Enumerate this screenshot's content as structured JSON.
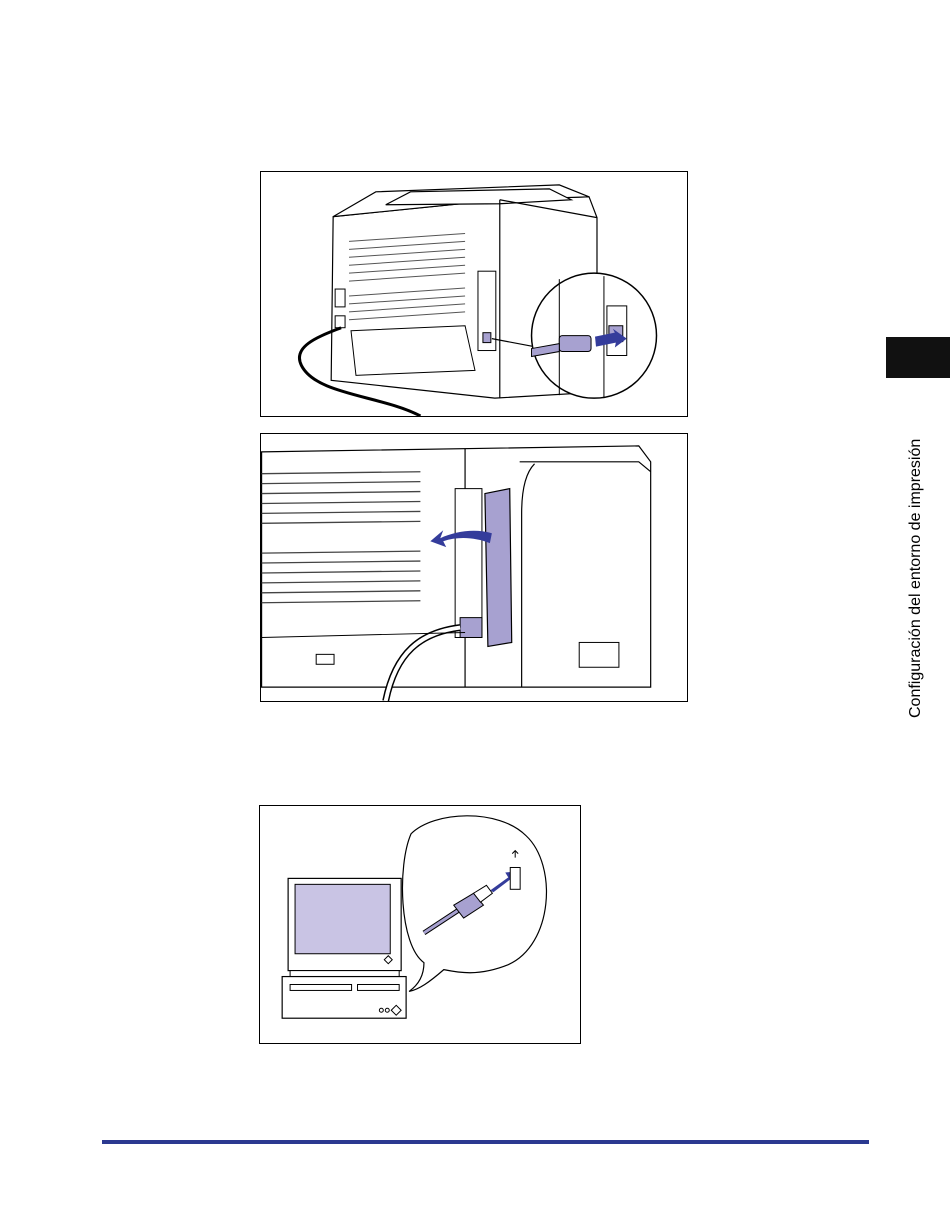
{
  "side_tab": {
    "title": "Configuración del entorno de impresión"
  },
  "figures": [
    {
      "name": "printer-rear-usb-connection"
    },
    {
      "name": "printer-usb-port-cover-detail"
    },
    {
      "name": "computer-usb-connection"
    }
  ],
  "colors": {
    "accent_purple": "#A7A1D0",
    "arrow_blue": "#343C9B",
    "tab_black": "#111111",
    "footer_rule": "#2B3990"
  }
}
